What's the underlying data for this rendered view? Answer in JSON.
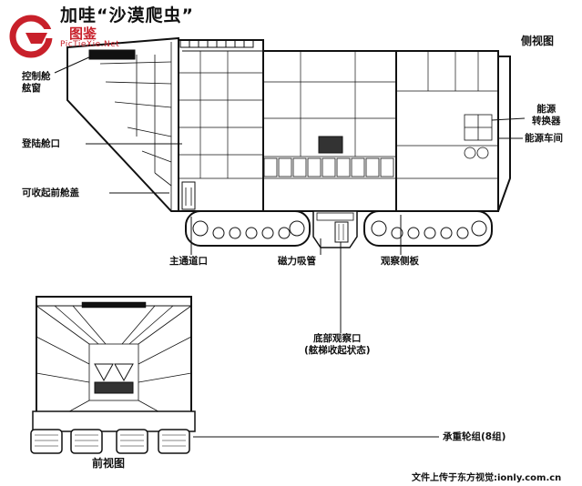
{
  "title": "加哇“沙漠爬虫”",
  "watermark": {
    "brand": "图鉴",
    "domain": "PicTieXie.Net"
  },
  "views": {
    "side": "侧视图",
    "front": "前视图"
  },
  "labels": {
    "cockpit_window": [
      "控制舱",
      "舷窗"
    ],
    "boarding_hatch": "登陆舱口",
    "retractable_hatch": "可收起前舱盖",
    "main_passage": "主通道口",
    "magnetic_tube": "磁力吸管",
    "observation_panel": "观察侧板",
    "power_converter": [
      "能源",
      "转换器"
    ],
    "power_room": "能源车间",
    "bottom_port": [
      "底部观察口",
      "(舷梯收起状态)"
    ],
    "tread_group": "承重轮组(8组)"
  },
  "footer": "文件上传于东方视觉:ionly.com.cn",
  "colors": {
    "ink": "#111111",
    "accent": "#c8202a"
  }
}
